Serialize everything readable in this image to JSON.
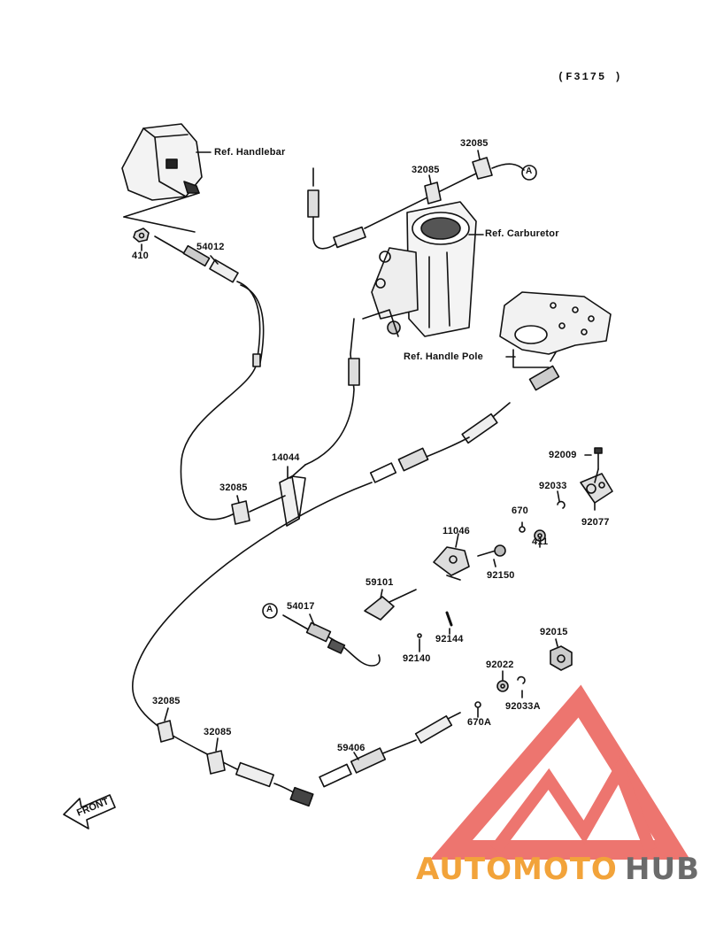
{
  "figure_code": "(F3175 )",
  "references": {
    "handlebar": "Ref. Handlebar",
    "carburetor": "Ref. Carburetor",
    "handle_pole": "Ref. Handle Pole"
  },
  "parts": {
    "p32085_a": "32085",
    "p32085_b": "32085",
    "p410": "410",
    "p54012": "54012",
    "p14044": "14044",
    "p32085_c": "32085",
    "p92009": "92009",
    "p92033": "92033",
    "p670": "670",
    "p411": "411",
    "p92077": "92077",
    "p11046": "11046",
    "p92150": "92150",
    "p59101": "59101",
    "p54017": "54017",
    "p92144": "92144",
    "p92140": "92140",
    "p92015": "92015",
    "p92022": "92022",
    "p92033a": "92033A",
    "p670a": "670A",
    "p32085_d": "32085",
    "p32085_e": "32085",
    "p59406": "59406"
  },
  "connector_mark": "A",
  "front_arrow": "FRONT",
  "watermark": {
    "part1": "AUTOMOTO",
    "part2": "HUB",
    "color1": "#f2a33a",
    "color2": "#6b6b6b",
    "logo_color": "#e8473f"
  }
}
